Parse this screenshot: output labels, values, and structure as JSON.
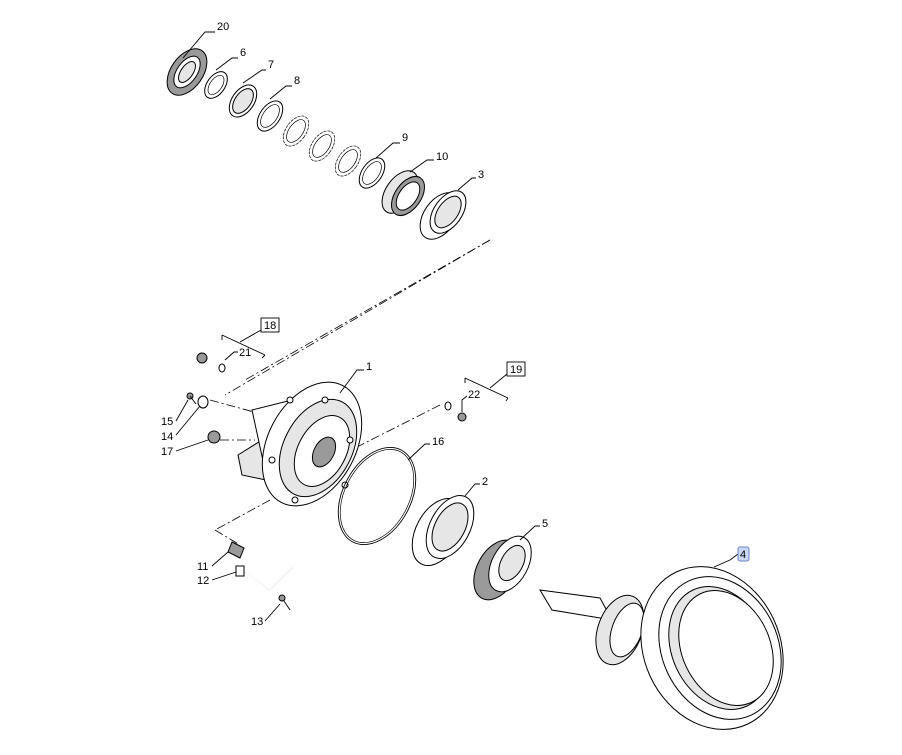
{
  "callouts": {
    "c20": "20",
    "c6": "6",
    "c7": "7",
    "c8": "8",
    "c9": "9",
    "c10": "10",
    "c3": "3",
    "c18": "18",
    "c21": "21",
    "c1": "1",
    "c19": "19",
    "c22": "22",
    "c15": "15",
    "c14": "14",
    "c17": "17",
    "c16": "16",
    "c2": "2",
    "c5": "5",
    "c4": "4",
    "c11": "11",
    "c12": "12",
    "c13": "13"
  },
  "highlighted_callout": "4",
  "colors": {
    "highlight_fill": "#c9d6f4",
    "highlight_stroke": "#6d86c8",
    "line": "#000000"
  }
}
